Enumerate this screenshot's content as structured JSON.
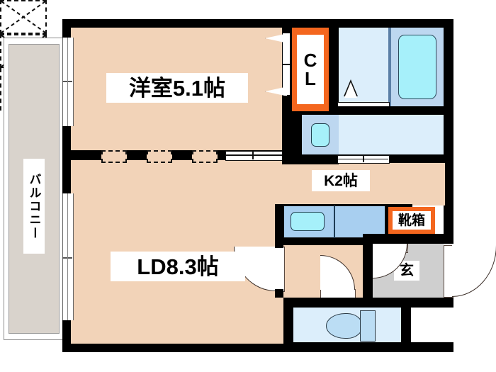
{
  "plan": {
    "title": "apartment-floor-plan",
    "unit_layout": "1LDK",
    "colors": {
      "floor": "#F2D3B8",
      "wall": "#000000",
      "water_area": "#DCEEFB",
      "tub_water": "#A6F0FA",
      "tub_surround": "#BDD7F0",
      "sink_base": "#A8CFF0",
      "entrance_tile": "#CFCFCF",
      "balcony": "#D9D3CC",
      "closet_accent": "#F4661E",
      "background": "#FFFFFF"
    }
  },
  "rooms": [
    {
      "id": "western-room",
      "label": "洋室5.1帖",
      "size_jo": 5.1,
      "type": "bedroom"
    },
    {
      "id": "living-dining",
      "label": "LD8.3帖",
      "size_jo": 8.3,
      "type": "living-dining"
    },
    {
      "id": "kitchen",
      "label": "K2帖",
      "size_jo": 2.0,
      "type": "kitchen"
    },
    {
      "id": "closet",
      "label": "CL",
      "label_chars": [
        "C",
        "L"
      ],
      "type": "closet"
    },
    {
      "id": "shoe-box",
      "label": "靴箱",
      "type": "shoe-cupboard"
    },
    {
      "id": "entrance",
      "label": "玄",
      "type": "entrance-hall"
    },
    {
      "id": "balcony",
      "label": "バルコニー",
      "type": "balcony"
    }
  ],
  "fixtures": [
    {
      "id": "bathtub",
      "name": "bathtub",
      "room": "bathroom"
    },
    {
      "id": "vanity-sink",
      "name": "vanity-sink",
      "room": "washroom"
    },
    {
      "id": "washer-space",
      "name": "washing-machine-space",
      "room": "washroom",
      "marker": "dashed-x-box"
    },
    {
      "id": "kitchen-sink",
      "name": "kitchen-sink",
      "room": "kitchen"
    },
    {
      "id": "kitchen-counter",
      "name": "kitchen-counter",
      "room": "kitchen"
    },
    {
      "id": "refrigerator-space",
      "name": "refrigerator-space",
      "room": "kitchen",
      "marker": "dashed-x-box"
    },
    {
      "id": "toilet",
      "name": "toilet",
      "room": "toilet-room"
    }
  ],
  "doors": [
    {
      "id": "entrance-door",
      "name": "entrance-door",
      "swing": "out-right"
    },
    {
      "id": "entrance-inner-door",
      "name": "entrance-inner-door",
      "swing": "in-left"
    },
    {
      "id": "hall-to-ld-door",
      "name": "hall-to-living-door",
      "swing": "in-left"
    },
    {
      "id": "toilet-door",
      "name": "toilet-door",
      "swing": "in"
    },
    {
      "id": "bath-door",
      "name": "bathroom-door",
      "type": "folding"
    },
    {
      "id": "washroom-door",
      "name": "washroom-door",
      "type": "sliding"
    },
    {
      "id": "partition-doors",
      "name": "room-partition-folding-doors",
      "type": "folding"
    },
    {
      "id": "balcony-window-upper",
      "name": "balcony-sliding-window-upper",
      "type": "sliding-glass"
    },
    {
      "id": "balcony-window-lower",
      "name": "balcony-sliding-window-lower",
      "type": "sliding-glass"
    }
  ]
}
